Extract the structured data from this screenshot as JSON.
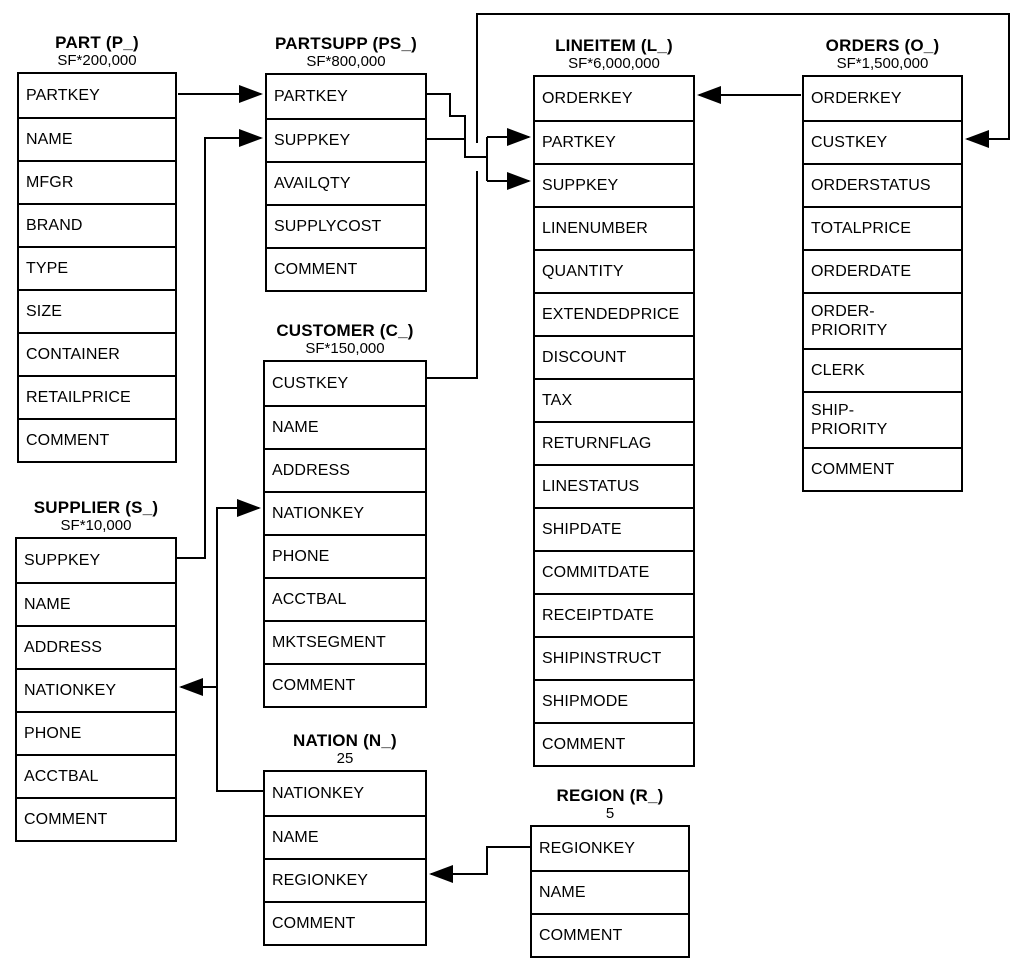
{
  "diagram_type": "entity-relationship-schema",
  "colors": {
    "line": "#000000",
    "background": "#ffffff",
    "text": "#000000"
  },
  "tables": [
    {
      "id": "part",
      "title": "PART (P_)",
      "subtitle": "SF*200,000",
      "fields": [
        "PARTKEY",
        "NAME",
        "MFGR",
        "BRAND",
        "TYPE",
        "SIZE",
        "CONTAINER",
        "RETAILPRICE",
        "COMMENT"
      ]
    },
    {
      "id": "partsupp",
      "title": "PARTSUPP (PS_)",
      "subtitle": "SF*800,000",
      "fields": [
        "PARTKEY",
        "SUPPKEY",
        "AVAILQTY",
        "SUPPLYCOST",
        "COMMENT"
      ]
    },
    {
      "id": "lineitem",
      "title": "LINEITEM (L_)",
      "subtitle": "SF*6,000,000",
      "fields": [
        "ORDERKEY",
        "PARTKEY",
        "SUPPKEY",
        "LINENUMBER",
        "QUANTITY",
        "EXTENDEDPRICE",
        "DISCOUNT",
        "TAX",
        "RETURNFLAG",
        "LINESTATUS",
        "SHIPDATE",
        "COMMITDATE",
        "RECEIPTDATE",
        "SHIPINSTRUCT",
        "SHIPMODE",
        "COMMENT"
      ]
    },
    {
      "id": "orders",
      "title": "ORDERS (O_)",
      "subtitle": "SF*1,500,000",
      "fields": [
        "ORDERKEY",
        "CUSTKEY",
        "ORDERSTATUS",
        "TOTALPRICE",
        "ORDERDATE",
        "ORDER-\nPRIORITY",
        "CLERK",
        "SHIP-\nPRIORITY",
        "COMMENT"
      ]
    },
    {
      "id": "customer",
      "title": "CUSTOMER (C_)",
      "subtitle": "SF*150,000",
      "fields": [
        "CUSTKEY",
        "NAME",
        "ADDRESS",
        "NATIONKEY",
        "PHONE",
        "ACCTBAL",
        "MKTSEGMENT",
        "COMMENT"
      ]
    },
    {
      "id": "supplier",
      "title": "SUPPLIER (S_)",
      "subtitle": "SF*10,000",
      "fields": [
        "SUPPKEY",
        "NAME",
        "ADDRESS",
        "NATIONKEY",
        "PHONE",
        "ACCTBAL",
        "COMMENT"
      ]
    },
    {
      "id": "nation",
      "title": "NATION (N_)",
      "subtitle": "25",
      "fields": [
        "NATIONKEY",
        "NAME",
        "REGIONKEY",
        "COMMENT"
      ]
    },
    {
      "id": "region",
      "title": "REGION (R_)",
      "subtitle": "5",
      "fields": [
        "REGIONKEY",
        "NAME",
        "COMMENT"
      ]
    }
  ],
  "relationships": [
    {
      "from": "PART.PARTKEY",
      "to": "PARTSUPP.PARTKEY"
    },
    {
      "from": "SUPPLIER.SUPPKEY",
      "to": "PARTSUPP.SUPPKEY"
    },
    {
      "from": "PARTSUPP.PARTKEY",
      "to": "LINEITEM.PARTKEY"
    },
    {
      "from": "PARTSUPP.SUPPKEY",
      "to": "LINEITEM.SUPPKEY"
    },
    {
      "from": "ORDERS.ORDERKEY",
      "to": "LINEITEM.ORDERKEY"
    },
    {
      "from": "CUSTOMER.CUSTKEY",
      "to": "ORDERS.CUSTKEY"
    },
    {
      "from": "NATION.NATIONKEY",
      "to": "CUSTOMER.NATIONKEY"
    },
    {
      "from": "NATION.NATIONKEY",
      "to": "SUPPLIER.NATIONKEY"
    },
    {
      "from": "REGION.REGIONKEY",
      "to": "NATION.REGIONKEY"
    }
  ]
}
